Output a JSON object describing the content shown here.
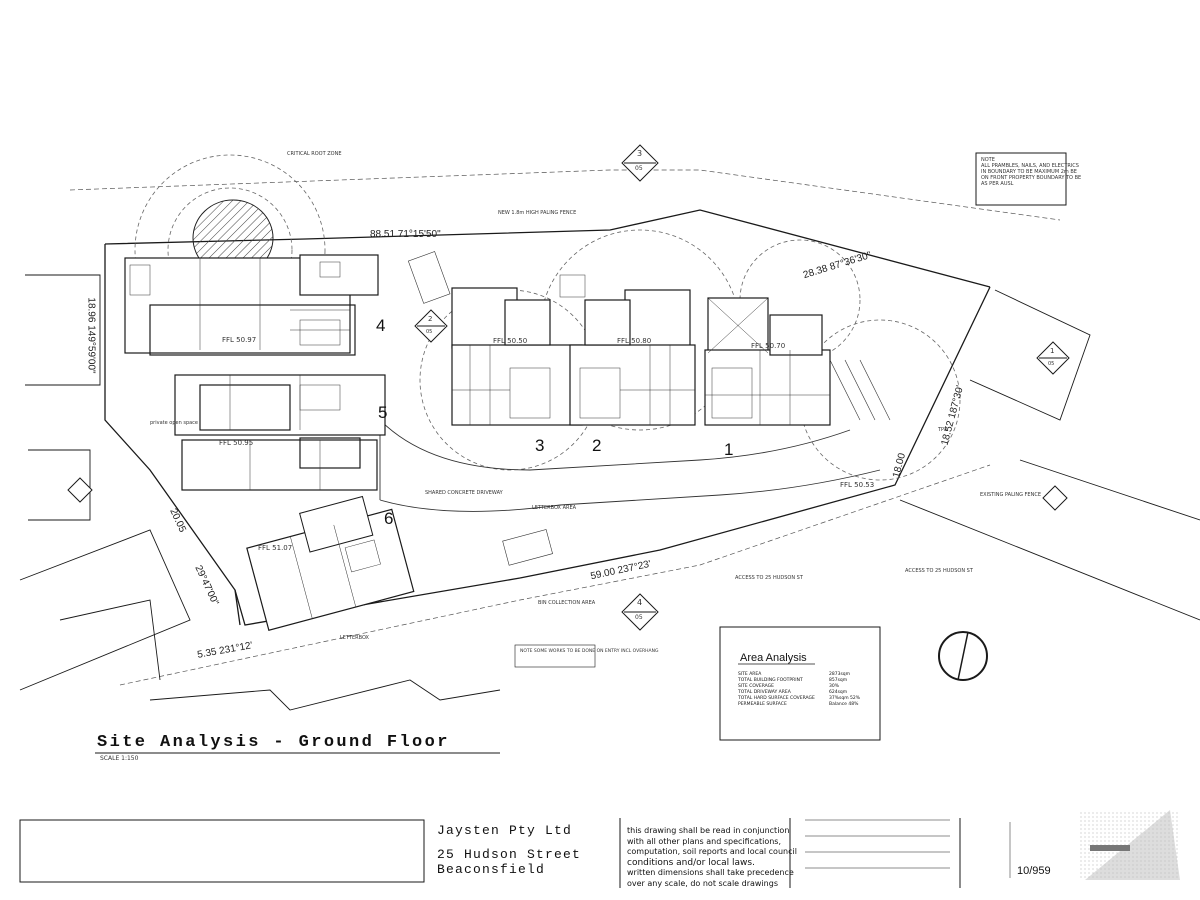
{
  "drawing": {
    "title": "Site Analysis - Ground Floor",
    "scale_note": "SCALE 1:150"
  },
  "units": [
    {
      "num": "1"
    },
    {
      "num": "2"
    },
    {
      "num": "3"
    },
    {
      "num": "4"
    },
    {
      "num": "5"
    },
    {
      "num": "6"
    }
  ],
  "survey": {
    "bearing_top": "88.51  71°15'50\"",
    "bearing_right_top": "28.38  87°36'30\"",
    "bearing_left": "18.96  149°59'00\"",
    "bearing_bottom": "59.00  237°23'",
    "bearing_bottom_left": "5.35  231°12'",
    "bearing_left_low": "20.05",
    "bearing_left_low2": "29°47'00\"",
    "bearing_right": "18.52  187°30'",
    "dim_right": "18.00"
  },
  "ffl_labels": [
    "FFL 50.97",
    "FFL 50.50",
    "FFL 50.80",
    "FFL 50.70",
    "FFL 50.95",
    "FFL 51.07",
    "FFL 50.53"
  ],
  "section_markers": [
    {
      "num": "3",
      "sheet": "05"
    },
    {
      "num": "4",
      "sheet": "05"
    },
    {
      "num": "2",
      "sheet": "05"
    },
    {
      "num": "1",
      "sheet": "05"
    }
  ],
  "area_analysis": {
    "title": "Area Analysis",
    "rows": [
      "SITE AREA",
      "TOTAL BUILDING FOOTPRINT",
      "SITE COVERAGE",
      "TOTAL DRIVEWAY AREA",
      "TOTAL HARD SURFACE COVERAGE",
      "PERMEABLE SURFACE"
    ],
    "values": [
      "2873sqm",
      "857sqm",
      "30%",
      "624sqm",
      "37%sqm 52%",
      "Balance 48%"
    ]
  },
  "note_box": {
    "lines": [
      "NOTE",
      "ALL PRAMBLES, NAILS, AND ELECTRICS",
      "IN BOUNDARY TO BE MAXIMUM 2m BE",
      "ON FRONT PROPERTY BOUNDARY TO BE",
      "AS PER AUSL"
    ]
  },
  "title_block": {
    "client": "Jaysten Pty Ltd",
    "address_line1": "25 Hudson Street",
    "address_line2": "Beaconsfield",
    "notes": [
      "this drawing shall be read in conjunction",
      "with all other plans and specifications,",
      "computation, soil reports and local council",
      "conditions and/or local laws.",
      "written dimensions shall take precedence",
      "over any scale, do not scale drawings"
    ],
    "drawing_number": "10/959"
  },
  "annotations": {
    "root_zone": "CRITICAL ROOT ZONE",
    "collection_area": "BIN COLLECTION AREA",
    "concrete_driveway": "SHARED CONCRETE DRIVEWAY",
    "access_1": "ACCESS TO 25 HUDSON ST",
    "access_2": "ACCESS TO 25 HUDSON ST",
    "tpz": "TPZ",
    "existing_fence": "EXISTING PALING FENCE",
    "new_fence": "NEW 1.8m HIGH PALING FENCE",
    "letterbox": "LETTERBOX",
    "note_small": "NOTE SOME WORKS TO BE DONE ON ENTRY INCL OVERHANG",
    "courtyard": "private open space",
    "letterbox_area": "LETTERBOX AREA"
  },
  "colors": {
    "line": "#1a1a1a",
    "hatch": "#555555",
    "faint": "#888888"
  }
}
